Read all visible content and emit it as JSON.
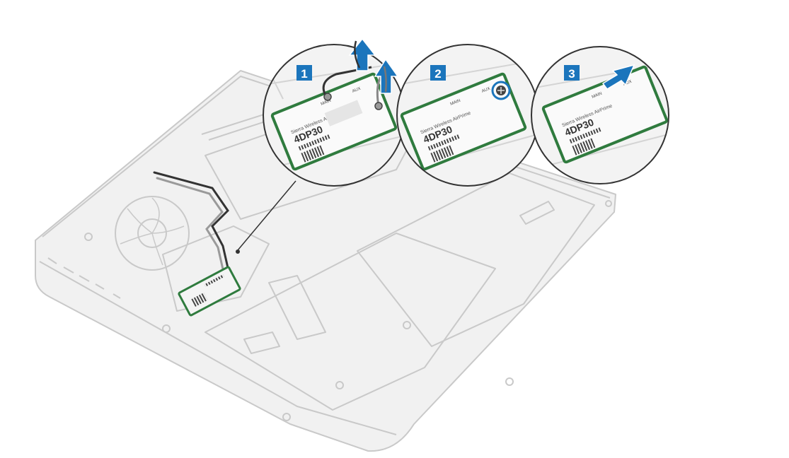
{
  "steps": [
    {
      "number": "1",
      "action": "disconnect-antenna-cables"
    },
    {
      "number": "2",
      "action": "remove-screw"
    },
    {
      "number": "3",
      "action": "slide-out-card"
    }
  ],
  "card": {
    "model": "4DP30",
    "brand_line": "Sierra Wireless AirPrime",
    "main_label": "MAIN",
    "aux_label": "AUX"
  },
  "colors": {
    "accent": "#1b75bc",
    "board": "#2f7b3e",
    "chassis_fill": "#f1f1f1",
    "chassis_stroke": "#c9c9c9"
  },
  "icons": {
    "arrow": "arrow-up-icon",
    "screw": "screw-icon"
  }
}
